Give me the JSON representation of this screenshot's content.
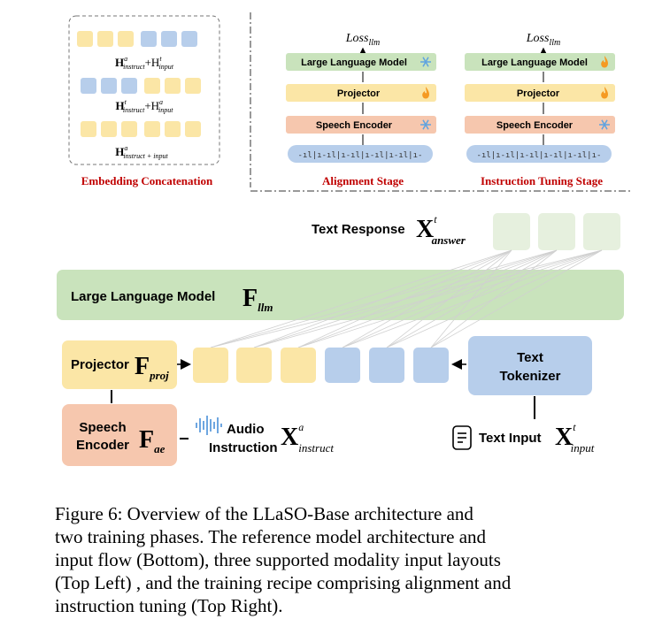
{
  "colors": {
    "yellow": "#FBE6A6",
    "blue": "#B7CEEB",
    "green": "#C9E3BC",
    "salmon": "#F6C7AE",
    "light_green": "#E6F0DE",
    "red_label": "#C00000"
  },
  "top_left": {
    "row1_label_main": "H",
    "row1_label_sup1": "a",
    "row1_label_sub1": "instruct",
    "row1_label_plus": "+H",
    "row1_label_sup2": "t",
    "row1_label_sub2": "input",
    "row2_label_main": "H",
    "row2_label_sup1": "t",
    "row2_label_sub1": "instruct",
    "row2_label_plus": "+H",
    "row2_label_sup2": "a",
    "row2_label_sub2": "input",
    "row3_label_main": "H",
    "row3_label_sup": "a",
    "row3_label_sub": "instruct + input",
    "title": "Embedding Concatenation"
  },
  "alignment": {
    "loss_main": "Loss",
    "loss_sub": "llm",
    "llm": "Large Language Model",
    "projector": "Projector",
    "speech_encoder": "Speech Encoder",
    "waveform": "-ıl|ı-ıl|ı-ıl|ı-ıl|ı-ıl|ı-",
    "title": "Alignment Stage",
    "llm_icon": "snowflake-icon",
    "projector_icon": "fire-icon",
    "encoder_icon": "snowflake-icon"
  },
  "instruction": {
    "loss_main": "Loss",
    "loss_sub": "llm",
    "llm": "Large Language Model",
    "projector": "Projector",
    "speech_encoder": "Speech Encoder",
    "waveform": "-ıl|ı-ıl|ı-ıl|ı-ıl|ı-ıl|ı-",
    "title": "Instruction Tuning Stage",
    "llm_icon": "fire-icon",
    "projector_icon": "fire-icon",
    "encoder_icon": "snowflake-icon"
  },
  "bottom": {
    "text_response": "Text Response",
    "answer_x": "X",
    "answer_sup": "t",
    "answer_sub": "answer",
    "llm_label": "Large Language Model",
    "llm_f": "F",
    "llm_sub": "llm",
    "projector_label": "Projector",
    "proj_f": "F",
    "proj_sub": "proj",
    "speech_label_1": "Speech",
    "speech_label_2": "Encoder",
    "ae_f": "F",
    "ae_sub": "ae",
    "tokenizer_1": "Text",
    "tokenizer_2": "Tokenizer",
    "audio_1": "Audio",
    "audio_2": "Instruction",
    "audio_x": "X",
    "audio_sup": "a",
    "audio_sub": "instruct",
    "text_input": "Text Input",
    "input_x": "X",
    "input_sup": "t",
    "input_sub": "input",
    "audio_icon": "audio-wave-icon",
    "document_icon": "document-icon"
  },
  "caption": {
    "line1": "Figure 6:  Overview of the LLaSO-Base architecture and",
    "line2": "two training phases.  The reference model architecture and",
    "line3": "input flow (Bottom), three supported modality input layouts",
    "line4": "(Top Left) , and the training recipe comprising alignment and",
    "line5": "instruction tuning (Top Right)."
  }
}
